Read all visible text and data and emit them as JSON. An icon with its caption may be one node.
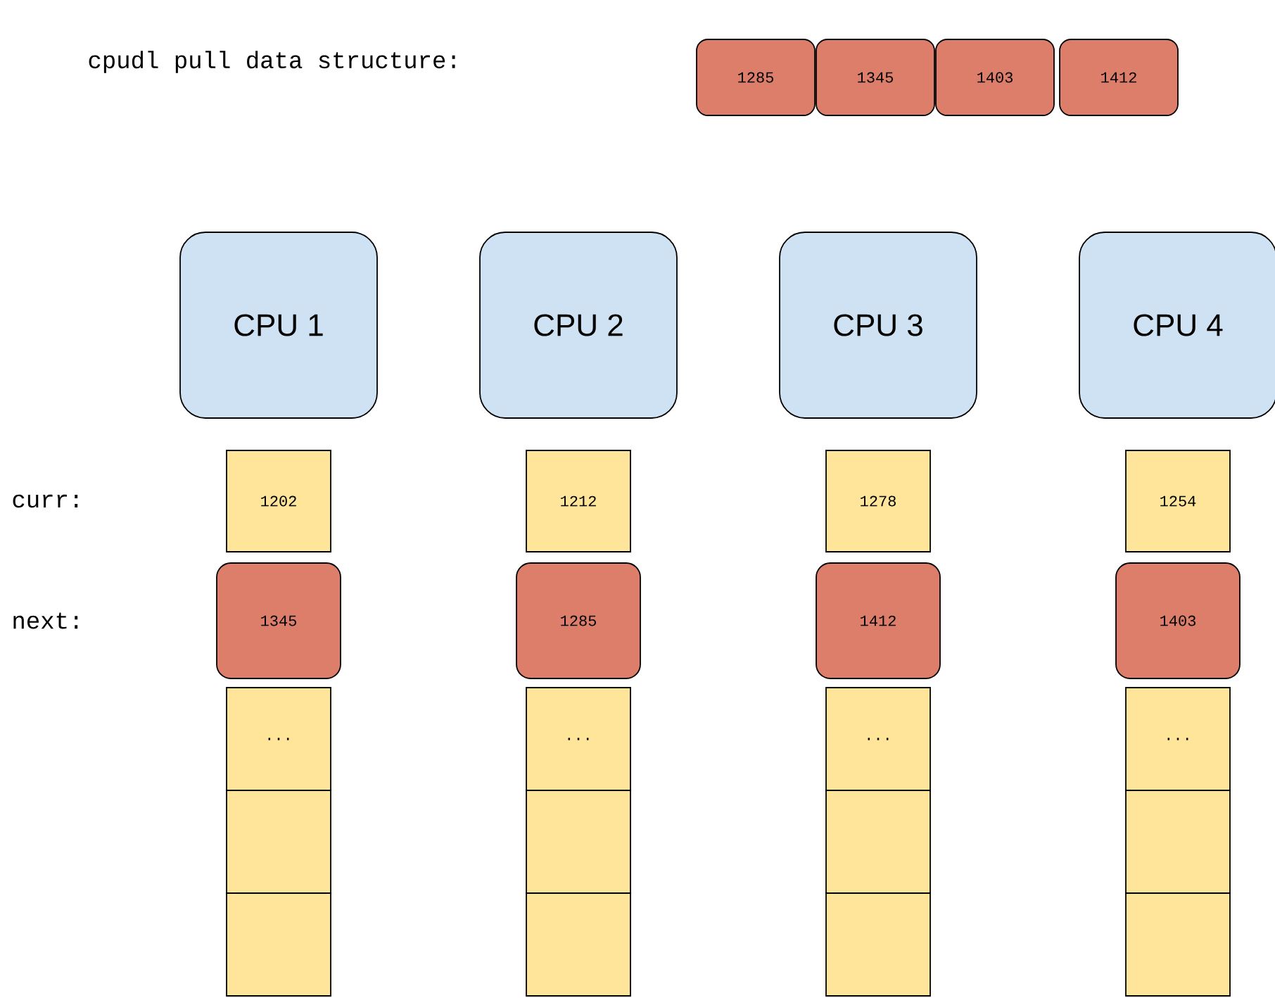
{
  "diagram": {
    "nodes": [
      {
        "text": [
          "1285"
        ]
      },
      {
        "text": [
          "1345"
        ]
      },
      {
        "text": [
          "1403"
        ]
      },
      {
        "text": [
          "1412"
        ]
      },
      {
        "text": [
          "CPU 1"
        ]
      },
      {
        "text": [
          "CPU 2"
        ]
      },
      {
        "text": [
          "CPU 3"
        ]
      },
      {
        "text": [
          "CPU 4"
        ]
      },
      {
        "text": [
          "1202"
        ]
      },
      {
        "text": [
          "1212"
        ]
      },
      {
        "text": [
          "1278"
        ]
      },
      {
        "text": [
          "1254"
        ]
      },
      {
        "text": [
          "1345"
        ]
      },
      {
        "text": [
          "1285"
        ]
      },
      {
        "text": [
          "1412"
        ]
      },
      {
        "text": [
          "1403"
        ]
      },
      {
        "text": [
          "..."
        ]
      },
      {
        "text": [
          "..."
        ]
      },
      {
        "text": [
          "..."
        ]
      },
      {
        "text": [
          "..."
        ]
      },
      {
        "text": [],
        "shape": "box"
      },
      {
        "text": [],
        "shape": "box"
      },
      {
        "text": [],
        "shape": "box"
      },
      {
        "text": [],
        "shape": "box"
      },
      {
        "text": [],
        "shape": "box"
      },
      {
        "text": [],
        "shape": "box"
      },
      {
        "text": [],
        "shape": "box"
      },
      {
        "text": [],
        "shape": "box"
      }
    ],
    "labels": [
      "cpudl pull data structure:",
      "curr:",
      "next:"
    ]
  }
}
